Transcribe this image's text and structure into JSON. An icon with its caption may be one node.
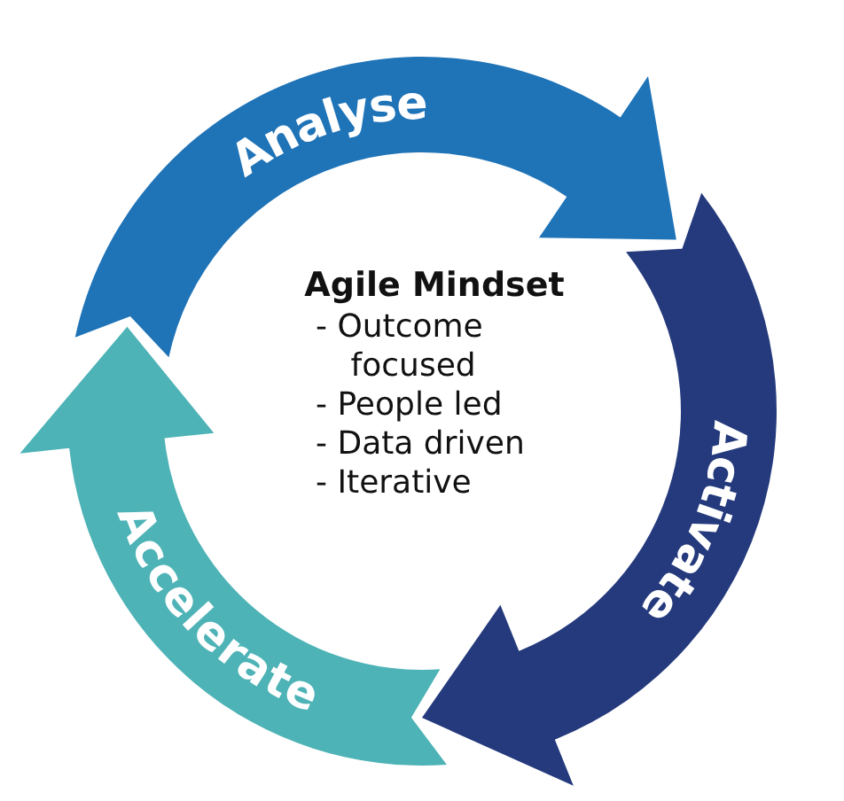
{
  "diagram": {
    "nodes": [
      {
        "text": [
          "Analyse"
        ]
      },
      {
        "text": [
          "Activate"
        ]
      },
      {
        "text": [
          "Accelerate"
        ]
      }
    ],
    "edges": [
      {
        "from": 0,
        "to": 1,
        "arrow": "to"
      },
      {
        "from": 1,
        "to": 2,
        "arrow": "to"
      },
      {
        "from": 2,
        "to": 0,
        "arrow": "to"
      }
    ],
    "labels": [
      "Agile Mindset",
      "- Outcome focused",
      "- People led",
      "- Data driven",
      "- Iterative"
    ]
  }
}
